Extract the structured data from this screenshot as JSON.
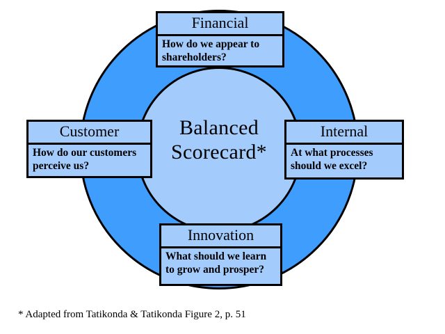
{
  "diagram": {
    "title": "Balanced Scorecard*",
    "center_label": "Balanced\nScorecard*",
    "colors": {
      "outer_ring": "#3f9dfd",
      "inner_disc": "#a3ccfd",
      "box_fill": "#a3ccfd",
      "outline": "#000000",
      "text": "#000000",
      "background": "#ffffff"
    },
    "perspectives": [
      {
        "id": "financial",
        "title": "Financial",
        "question": "How do we appear to\nshareholders?",
        "position": "top"
      },
      {
        "id": "customer",
        "title": "Customer",
        "question": "How do our customers\nperceive us?",
        "position": "left"
      },
      {
        "id": "internal",
        "title": "Internal",
        "question": "At what processes\nshould we excel?",
        "position": "right"
      },
      {
        "id": "innovation",
        "title": "Innovation",
        "question": "What should we learn\nto grow and prosper?",
        "position": "bottom"
      }
    ]
  },
  "footnote": "* Adapted from Tatikonda & Tatikonda Figure 2, p. 51"
}
